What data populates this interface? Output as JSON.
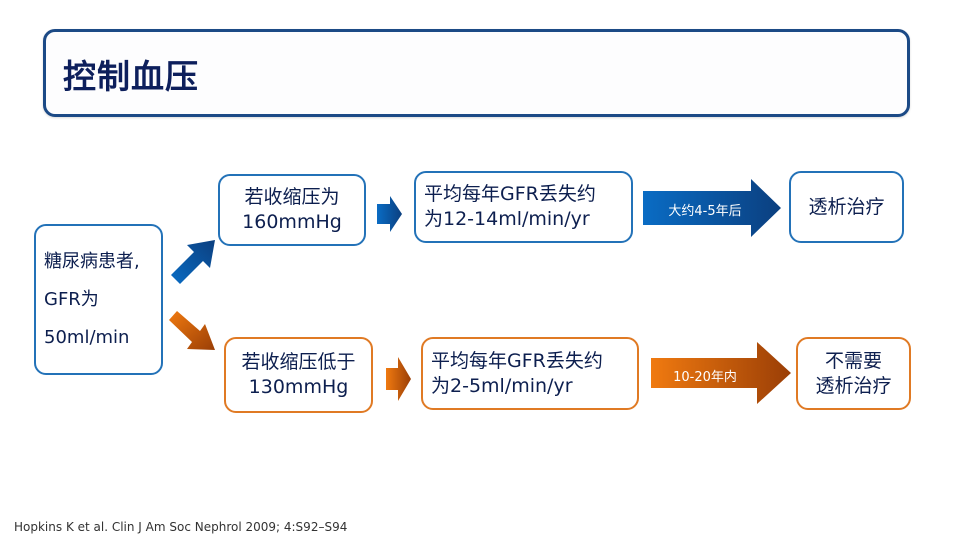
{
  "title": "控制血压",
  "patient": {
    "lines": [
      "糖尿病患者,",
      "GFR为",
      "50ml/min"
    ]
  },
  "upper_path": {
    "condition": [
      "若收缩压为",
      "160mmHg"
    ],
    "loss": [
      "平均每年GFR丢失约",
      "为12-14ml/min/yr"
    ],
    "timeframe": "大约4-5年后",
    "outcome": [
      "透析治疗"
    ]
  },
  "lower_path": {
    "condition": [
      "若收缩压低于",
      "130mmHg"
    ],
    "loss": [
      "平均每年GFR丢失约",
      "为2-5ml/min/yr"
    ],
    "timeframe": "10-20年内",
    "outcome": [
      "不需要",
      "透析治疗"
    ]
  },
  "colors": {
    "title_border": "#1c4a86",
    "title_text": "#0d1f5c",
    "blue_border": "#2372b8",
    "blue_arrow_start": "#0a6cc4",
    "blue_arrow_end": "#0b3f7f",
    "orange_border": "#e07a24",
    "orange_arrow_start": "#f07a10",
    "orange_arrow_end": "#9a3e06",
    "text": "#0d1f4f"
  },
  "citation": "Hopkins K et al. Clin J Am Soc Nephrol 2009; 4:S92–S94"
}
